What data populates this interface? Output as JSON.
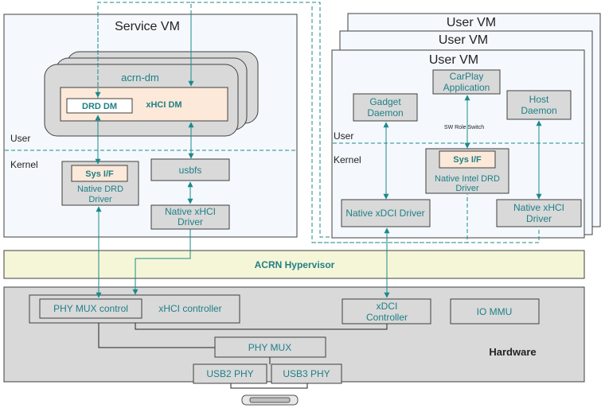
{
  "service_vm": {
    "title": "Service VM",
    "acrn_dm": "acrn-dm",
    "drd_dm": "DRD DM",
    "xhci_dm": "xHCI DM",
    "user": "User",
    "kernel": "Kernel",
    "sys_if": "Sys I/F",
    "native_drd_driver": [
      "Native DRD",
      "Driver"
    ],
    "usbfs": "usbfs",
    "native_xhci_driver": [
      "Native xHCI",
      "Driver"
    ]
  },
  "user_vm": {
    "titles": [
      "User VM",
      "User VM",
      "User VM"
    ],
    "carplay_app": [
      "CarPlay",
      "Application"
    ],
    "gadget_daemon": [
      "Gadget",
      "Daemon"
    ],
    "host_daemon": [
      "Host",
      "Daemon"
    ],
    "sw_role_switch": "SW Role Switch",
    "user": "User",
    "kernel": "Kernel",
    "sys_if": "Sys I/F",
    "native_intel_drd_driver": [
      "Native Intel DRD",
      "Driver"
    ],
    "native_xdci_driver": "Native xDCI Driver",
    "native_xhci_driver": [
      "Native xHCI",
      "Driver"
    ]
  },
  "hypervisor": {
    "label": "ACRN Hypervisor"
  },
  "hardware": {
    "label": "Hardware",
    "phy_mux_control": "PHY MUX control",
    "xhci_controller": "xHCI controller",
    "xdci_controller": [
      "xDCI",
      "Controller"
    ],
    "io_mmu": "IO MMU",
    "phy_mux": "PHY MUX",
    "usb2_phy": "USB2 PHY",
    "usb3_phy": "USB3 PHY"
  },
  "colors": {
    "panel_fill": "#f5f9fd",
    "panel_stroke": "#404040",
    "box_fill": "#d9d9d9",
    "dm_fill": "#fde9d9",
    "hypervisor_fill": "#f5f6d8",
    "hardware_fill": "#d9d9d9",
    "label_teal": "#1f7f86",
    "arrow": "#1a8a8a",
    "connector_icon": "connector-icon"
  }
}
